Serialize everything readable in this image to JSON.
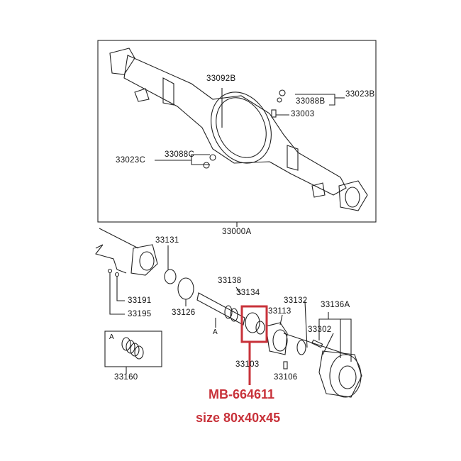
{
  "diagram": {
    "accent_color": "#c8323a",
    "labels": {
      "p33092B": "33092B",
      "p33023B": "33023B",
      "p33088B": "33088B",
      "p33003": "33003",
      "p33023C": "33023C",
      "p33088C": "33088C",
      "p33000A": "33000A",
      "p33131": "33131",
      "p33191": "33191",
      "p33195": "33195",
      "p33126": "33126",
      "p33138": "33138",
      "p33134": "33134",
      "p33113": "33113",
      "p33132": "33132",
      "p33136A": "33136A",
      "p33302": "33302",
      "p33103": "33103",
      "p33106": "33106",
      "p33160": "33160",
      "refA": "A",
      "refA_box": "A"
    },
    "highlight": {
      "part_number": "MB-664611",
      "size": "size 80x40x45"
    }
  }
}
